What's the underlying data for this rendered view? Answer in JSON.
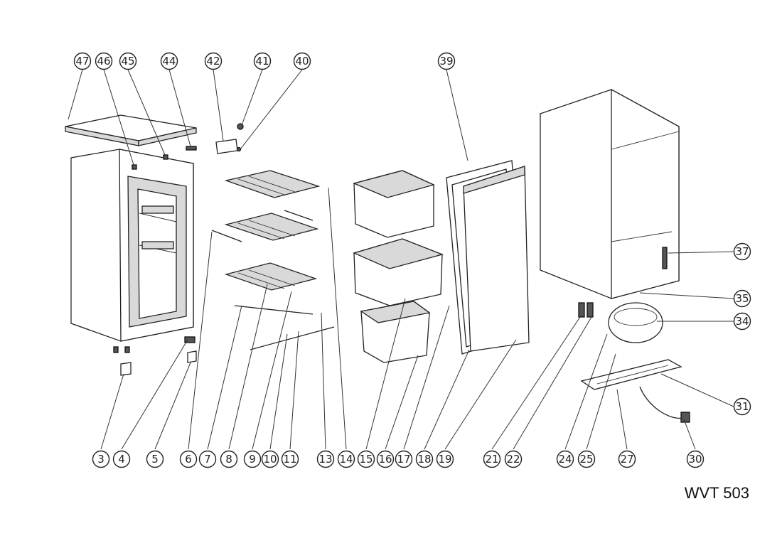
{
  "model": "WVT 503",
  "callouts_top": [
    "47",
    "46",
    "45",
    "44",
    "42",
    "41",
    "40",
    "39"
  ],
  "callouts_right": [
    "37",
    "35",
    "34",
    "31"
  ],
  "callouts_bottom": [
    "3",
    "4",
    "5",
    "6",
    "7",
    "8",
    "9",
    "10",
    "11",
    "13",
    "14",
    "15",
    "16",
    "17",
    "18",
    "19",
    "21",
    "22",
    "24",
    "25",
    "27",
    "30"
  ]
}
